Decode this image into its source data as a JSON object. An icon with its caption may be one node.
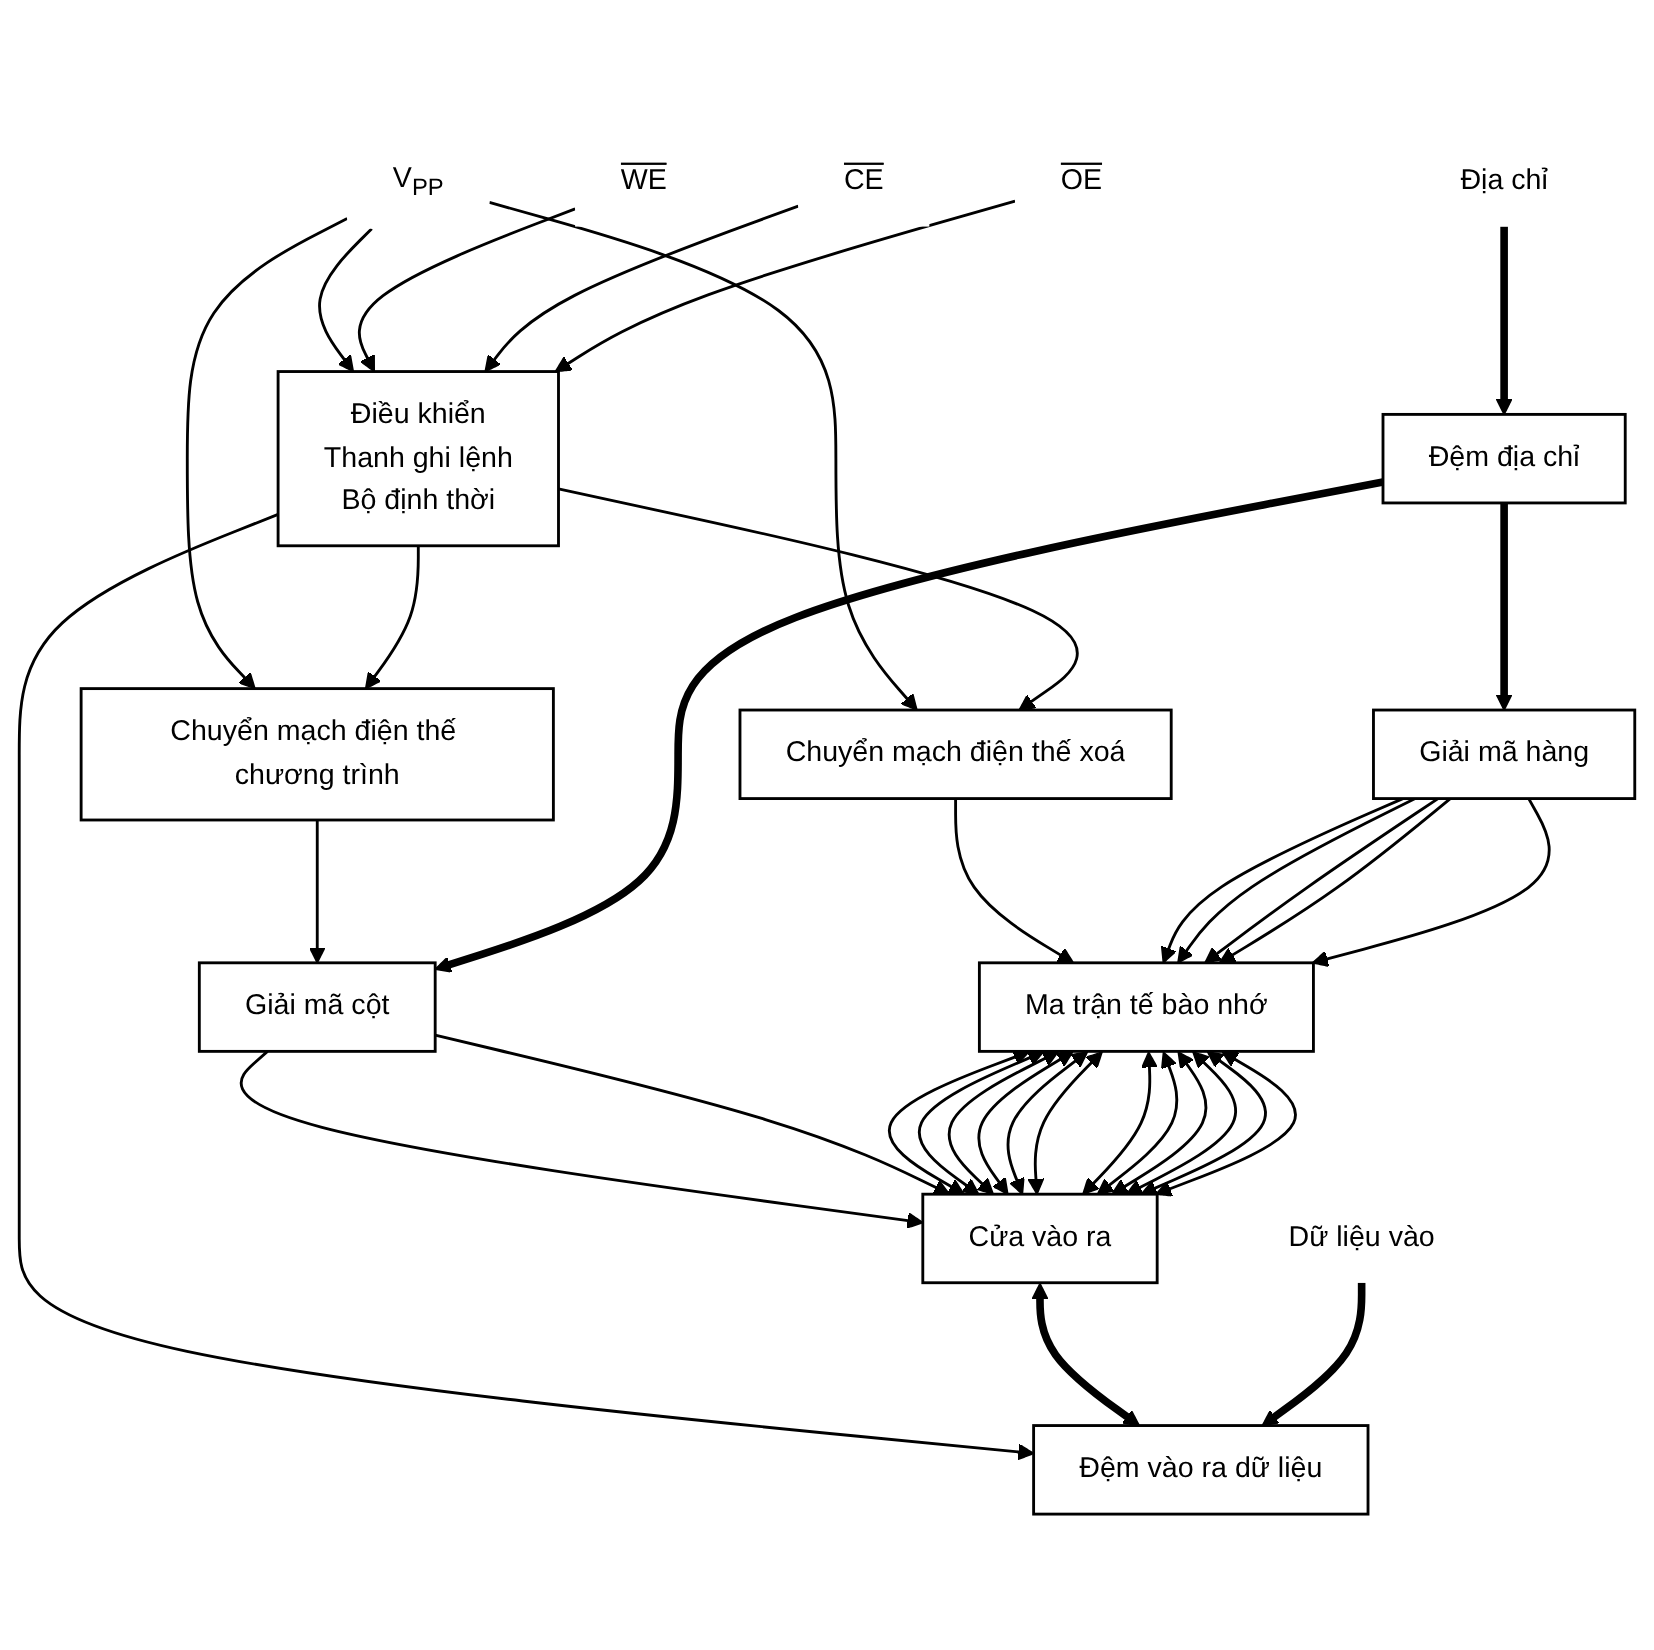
{
  "diagram": {
    "nodes": [
      {
        "text": [
          "V$_{PP}$"
        ]
      },
      {
        "text": [
          "WE"
        ]
      },
      {
        "text": [
          "CE"
        ]
      },
      {
        "text": [
          "OE"
        ]
      },
      {
        "text": [
          "Điều khiển",
          "Thanh ghi lệnh",
          "Bộ định thời"
        ]
      },
      {
        "text": [
          "Chuyển mạch điện thế xoá"
        ]
      },
      {
        "text": [
          "Chuyển mạch điện thế chương trình"
        ]
      },
      {
        "text": [
          "Địa chỉ"
        ]
      },
      {
        "text": [
          "Đệm địa chỉ"
        ]
      },
      {
        "text": [
          "Giải mã hàng"
        ]
      },
      {
        "text": [
          "Giải mã cột"
        ]
      },
      {
        "text": [
          "Ma trận tế bào nhớ"
        ]
      },
      {
        "text": [
          "Cửa vào ra"
        ]
      },
      {
        "text": [
          "Dữ liệu vào"
        ]
      },
      {
        "text": [
          "Đệm vào ra dữ liệu"
        ]
      }
    ],
    "edges": [
      {
        "from": 0,
        "to": 4,
        "arrow": "to"
      },
      {
        "from": 0,
        "to": 5,
        "arrow": "to"
      },
      {
        "from": 0,
        "to": 6,
        "arrow": "to"
      },
      {
        "from": 1,
        "to": 4,
        "arrow": "to"
      },
      {
        "from": 2,
        "to": 4,
        "arrow": "to"
      },
      {
        "from": 3,
        "to": 4,
        "arrow": "to"
      },
      {
        "from": 4,
        "to": 5,
        "arrow": "to"
      },
      {
        "from": 4,
        "to": 6,
        "arrow": "to"
      },
      {
        "from": 5,
        "to": 11,
        "arrow": "to"
      },
      {
        "from": 6,
        "to": 10,
        "arrow": "to"
      },
      {
        "from": 4,
        "to": 14,
        "arrow": "to"
      },
      {
        "from": 7,
        "to": 8,
        "arrow": "to",
        "style": "thick"
      },
      {
        "from": 8,
        "to": 9,
        "arrow": "to",
        "style": "thick"
      },
      {
        "from": 8,
        "to": 10,
        "arrow": "to",
        "style": "thick"
      },
      {
        "from": 9,
        "to": 11,
        "arrow": "to"
      },
      {
        "from": 9,
        "to": 11,
        "arrow": "to"
      },
      {
        "from": 9,
        "to": 11,
        "arrow": "to"
      },
      {
        "from": 9,
        "to": 11,
        "arrow": "to"
      },
      {
        "from": 9,
        "to": 11,
        "arrow": "to"
      },
      {
        "from": 10,
        "to": 12,
        "arrow": "to"
      },
      {
        "from": 10,
        "to": 12,
        "arrow": "to"
      },
      {
        "from": 11,
        "to": 12,
        "arrow": "both"
      },
      {
        "from": 11,
        "to": 12,
        "arrow": "both"
      },
      {
        "from": 11,
        "to": 12,
        "arrow": "both"
      },
      {
        "from": 11,
        "to": 12,
        "arrow": "both"
      },
      {
        "from": 11,
        "to": 12,
        "arrow": "both"
      },
      {
        "from": 11,
        "to": 12,
        "arrow": "both"
      },
      {
        "from": 11,
        "to": 12,
        "arrow": "both"
      },
      {
        "from": 11,
        "to": 12,
        "arrow": "both"
      },
      {
        "from": 11,
        "to": 12,
        "arrow": "both"
      },
      {
        "from": 11,
        "to": 12,
        "arrow": "both"
      },
      {
        "from": 11,
        "to": 12,
        "arrow": "both"
      },
      {
        "from": 11,
        "to": 12,
        "arrow": "both"
      },
      {
        "from": 12,
        "to": 14,
        "arrow": "both",
        "style": "thick"
      },
      {
        "from": 13,
        "to": 14,
        "arrow": "to",
        "style": "thick"
      }
    ]
  }
}
